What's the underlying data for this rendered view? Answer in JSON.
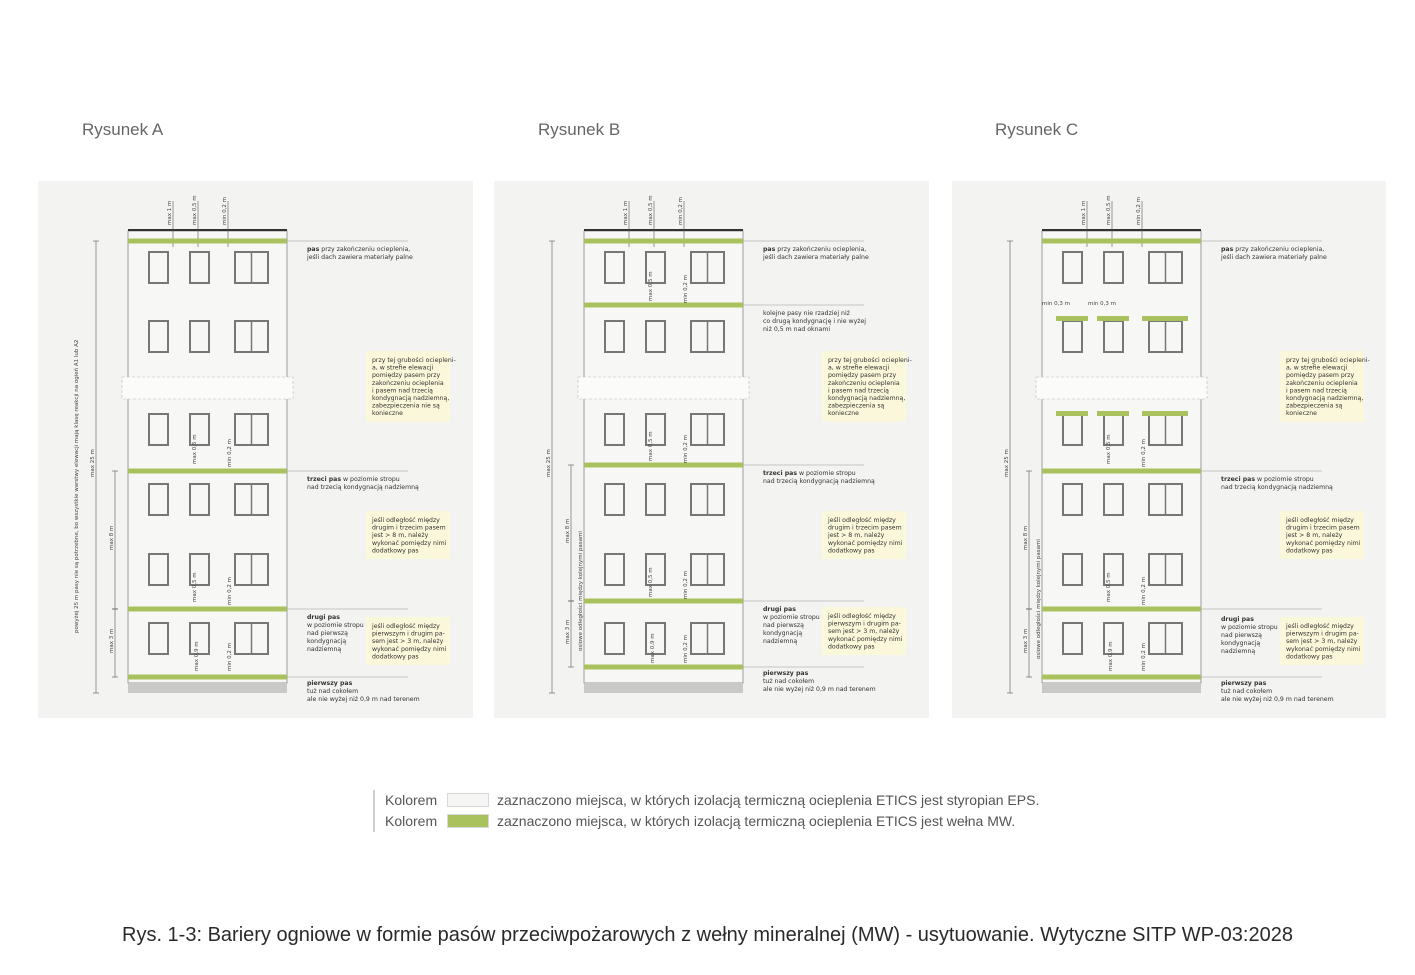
{
  "figures": [
    {
      "title": "Rysunek A",
      "top_dims": [
        "max 1 m",
        "max 0,5 m",
        "min 0,2 m"
      ],
      "vertical_note": "powyżej 25 m pasy nie są potrzebne, bo wszystkie warstwy elewacji mają klasę reakcji na ogień A1 lub A2",
      "height_label": "max 25 m",
      "bands": [
        {
          "lines": [
            "pas przy zakończeniu ocieplenia,",
            "jeśli dach zawiera materiały palne"
          ],
          "bold_words": 1
        },
        {
          "lines": [
            "trzeci pas w poziomie stropu",
            "nad trzecią kondygnacją nadziemną"
          ],
          "bold_words": 2
        },
        {
          "lines": [
            "drugi pas",
            "w poziomie stropu",
            "nad pierwszą",
            "kondygnacją",
            "nadziemną"
          ],
          "bold_words": 2
        },
        {
          "lines": [
            "pierwszy pas",
            "tuż nad cokołem",
            "ale nie wyżej niż 0,9 m nad terenem"
          ],
          "bold_words": 2
        }
      ],
      "notes": [
        [
          "przy tej grubości ociepleni-",
          "a, w strefie elewacji",
          "pomiędzy pasem przy",
          "zakończeniu ocieplenia",
          "i pasem nad trzecią",
          "kondygnacją nadziemną,",
          "zabezpieczenia nie są",
          "konieczne"
        ],
        [
          "jeśli odległość między",
          "drugim i trzecim pasem",
          "jest > 8 m, należy",
          "wykonać pomiędzy nimi",
          "dodatkowy pas"
        ],
        [
          "jeśli odległość między",
          "pierwszym i drugim pa-",
          "sem jest > 3 m, należy",
          "wykonać pomiędzy nimi",
          "dodatkowy pas"
        ]
      ],
      "dims": [
        "max 8 m",
        "max 3 m",
        "max 0,5 m",
        "min 0,2 m",
        "max 0,9 m"
      ]
    },
    {
      "title": "Rysunek B",
      "top_dims": [
        "max 1 m",
        "max 0,5 m",
        "min 0,2 m"
      ],
      "height_label": "max 25 m",
      "side_label": "osiowe odległości między kolejnymi pasami",
      "bands": [
        {
          "lines": [
            "pas przy zakończeniu ocieplenia,",
            "jeśli dach zawiera materiały palne"
          ],
          "bold_words": 1
        },
        {
          "lines": [
            "kolejne pasy nie rzadziej niż",
            "co drugą kondygnację i nie wyżej",
            "niż 0,5 m nad oknami"
          ],
          "bold_words": 0
        },
        {
          "lines": [
            "trzeci pas w poziomie stropu",
            "nad trzecią kondygnacją nadziemną"
          ],
          "bold_words": 2
        },
        {
          "lines": [
            "drugi pas",
            "w poziomie stropu",
            "nad pierwszą",
            "kondygnacją",
            "nadziemną"
          ],
          "bold_words": 2
        },
        {
          "lines": [
            "pierwszy pas",
            "tuż nad cokołem",
            "ale nie wyżej niż 0,9 m nad terenem"
          ],
          "bold_words": 2
        }
      ],
      "notes": [
        [
          "przy tej grubości ociepleni-",
          "a, w strefie elewacji",
          "pomiędzy pasem przy",
          "zakończeniu ocieplenia",
          "i pasem nad trzecią",
          "kondygnacją nadziemną,",
          "zabezpieczenia są",
          "konieczne"
        ],
        [
          "jeśli odległość między",
          "drugim i trzecim pasem",
          "jest > 8 m, należy",
          "wykonać pomiędzy nimi",
          "dodatkowy pas"
        ],
        [
          "jeśli odległość między",
          "pierwszym i drugim pa-",
          "sem jest > 3 m, należy",
          "wykonać pomiędzy nimi",
          "dodatkowy pas"
        ]
      ],
      "dims": [
        "max 8 m",
        "max 3 m",
        "max 0,5 m",
        "min 0,2 m",
        "max 0,9 m"
      ]
    },
    {
      "title": "Rysunek C",
      "top_dims": [
        "max 1 m",
        "max 0,5 m",
        "min 0,2 m"
      ],
      "height_label": "max 25 m",
      "side_label": "osiowe odległości między kolejnymi pasami",
      "lintel_dims": [
        "min 0,3 m",
        "min 0,3 m"
      ],
      "bands": [
        {
          "lines": [
            "pas przy zakończeniu ocieplenia,",
            "jeśli dach zawiera materiały palne"
          ],
          "bold_words": 1
        },
        {
          "lines": [
            "trzeci pas w poziomie stropu",
            "nad trzecią kondygnacją nadziemną"
          ],
          "bold_words": 2
        },
        {
          "lines": [
            "drugi pas",
            "w poziomie stropu",
            "nad pierwszą",
            "kondygnacją",
            "nadziemną"
          ],
          "bold_words": 2
        },
        {
          "lines": [
            "pierwszy pas",
            "tuż nad cokołem",
            "ale nie wyżej niż 0,9 m nad terenem"
          ],
          "bold_words": 2
        }
      ],
      "notes": [
        [
          "przy tej grubości ociepleni-",
          "a, w strefie elewacji",
          "pomiędzy pasem przy",
          "zakończeniu ocieplenia",
          "i pasem nad trzecią",
          "kondygnacją nadziemną,",
          "zabezpieczenia są",
          "konieczne"
        ],
        [
          "jeśli odległość między",
          "drugim i trzecim pasem",
          "jest > 8 m, należy",
          "wykonać pomiędzy nimi",
          "dodatkowy pas"
        ],
        [
          "jeśli odległość między",
          "pierwszym i drugim pa-",
          "sem jest > 3 m, należy",
          "wykonać pomiędzy nimi",
          "dodatkowy pas"
        ]
      ],
      "dims": [
        "max 8 m",
        "max 3 m",
        "max 0,5 m",
        "min 0,2 m",
        "max 0,9 m"
      ]
    }
  ],
  "legend": [
    {
      "key": "Kolorem",
      "text": "zaznaczono miejsca, w których izolacją termiczną ocieplenia ETICS jest styropian EPS.",
      "color": "#f6f6f4"
    },
    {
      "key": "Kolorem",
      "text": "zaznaczono miejsca, w których izolacją termiczną ocieplenia ETICS jest wełna MW.",
      "color": "#a9c25d"
    }
  ],
  "caption": "Rys. 1-3: Bariery ogniowe w formie pasów przeciwpożarowych z wełny mineralnej (MW) - usytuowanie. Wytyczne SITP WP-03:2028",
  "colors": {
    "mw_band": "#a9c25d",
    "note_bg": "#fbf7da",
    "wall": "#f7f7f6",
    "plinth": "#c9c9c8",
    "panel_bg": "#f3f3f2"
  }
}
